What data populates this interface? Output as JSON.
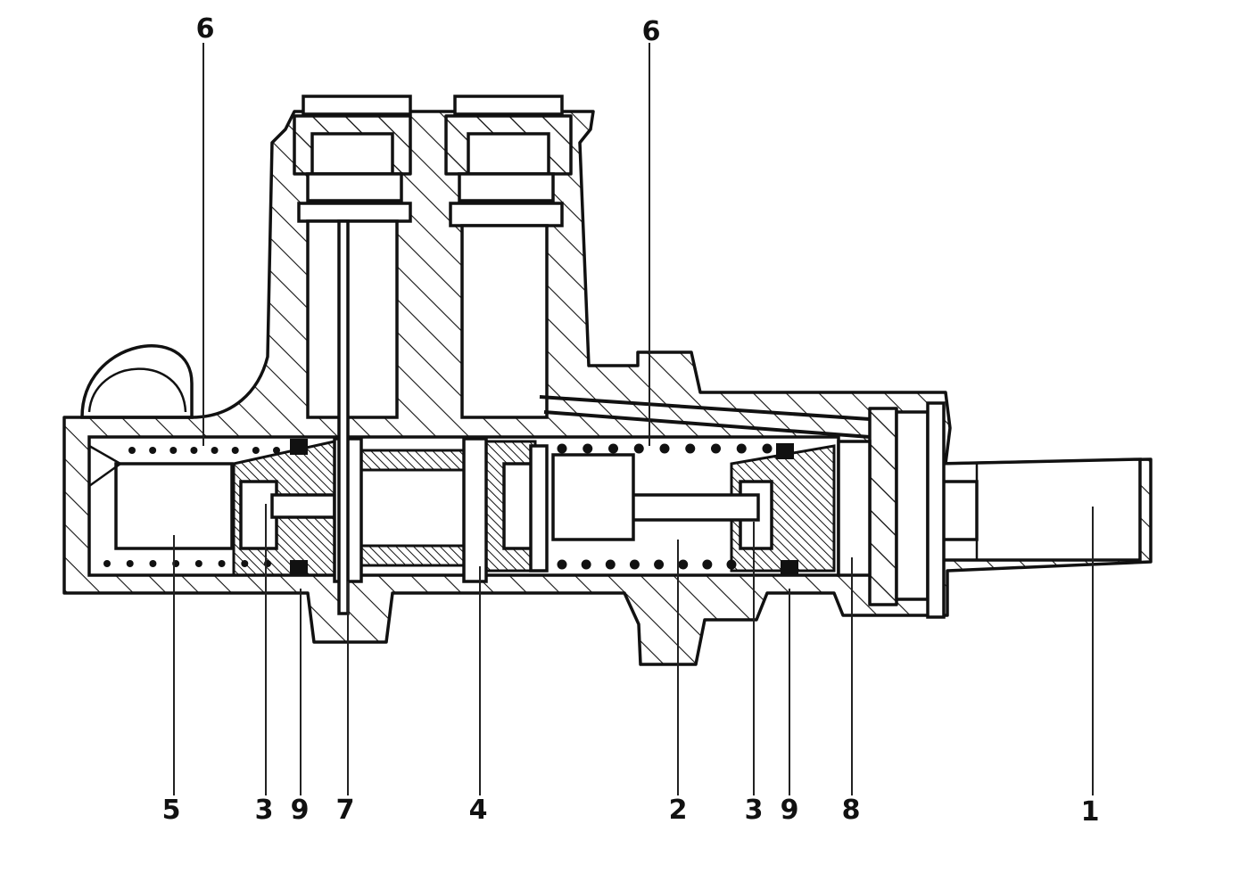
{
  "diagram": {
    "labels": [
      {
        "id": "label-6-left",
        "text": "6"
      },
      {
        "id": "label-6-right",
        "text": "6"
      },
      {
        "id": "label-5",
        "text": "5"
      },
      {
        "id": "label-3-left",
        "text": "3"
      },
      {
        "id": "label-9-left",
        "text": "9"
      },
      {
        "id": "label-7",
        "text": "7"
      },
      {
        "id": "label-4",
        "text": "4"
      },
      {
        "id": "label-2",
        "text": "2"
      },
      {
        "id": "label-3-right",
        "text": "3"
      },
      {
        "id": "label-9-right",
        "text": "9"
      },
      {
        "id": "label-8",
        "text": "8"
      },
      {
        "id": "label-1",
        "text": "1"
      }
    ]
  }
}
